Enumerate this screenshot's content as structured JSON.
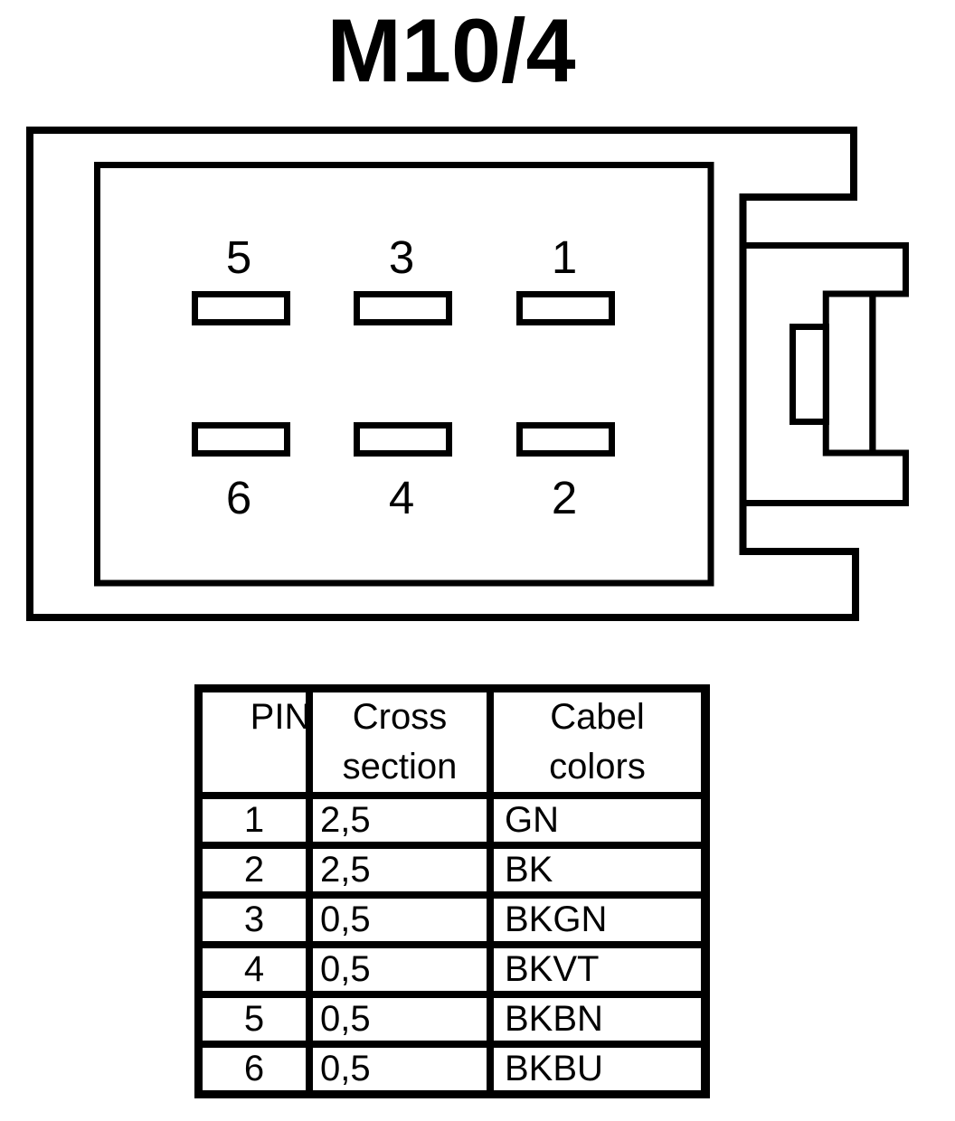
{
  "page": {
    "background_color": "#ffffff",
    "line_color": "#000000"
  },
  "title": "M10/4",
  "connector": {
    "top_row_pins": [
      "5",
      "3",
      "1"
    ],
    "bottom_row_pins": [
      "6",
      "4",
      "2"
    ]
  },
  "pin_table": {
    "headers": [
      "PIN",
      "Cross section",
      "Cabel colors"
    ],
    "rows": [
      {
        "pin": "1",
        "cross_section": "2,5",
        "cable_color": "GN"
      },
      {
        "pin": "2",
        "cross_section": "2,5",
        "cable_color": "BK"
      },
      {
        "pin": "3",
        "cross_section": "0,5",
        "cable_color": "BKGN"
      },
      {
        "pin": "4",
        "cross_section": "0,5",
        "cable_color": "BKVT"
      },
      {
        "pin": "5",
        "cross_section": "0,5",
        "cable_color": "BKBN"
      },
      {
        "pin": "6",
        "cross_section": "0,5",
        "cable_color": "BKBU"
      }
    ]
  }
}
